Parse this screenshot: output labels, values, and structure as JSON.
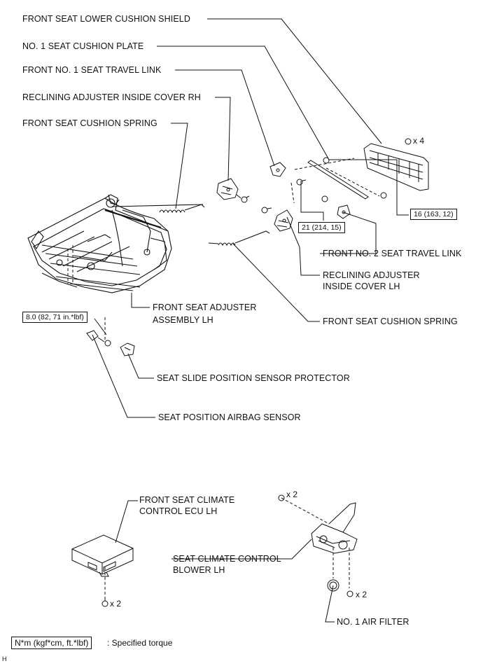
{
  "labels": [
    "FRONT SEAT LOWER CUSHION SHIELD",
    "NO. 1 SEAT CUSHION PLATE",
    "FRONT NO. 1 SEAT TRAVEL LINK",
    "RECLINING ADJUSTER INSIDE COVER RH",
    "FRONT SEAT CUSHION SPRING",
    "FRONT NO. 2 SEAT TRAVEL LINK",
    "RECLINING ADJUSTER",
    "INSIDE COVER LH",
    "FRONT SEAT ADJUSTER",
    "ASSEMBLY LH",
    "FRONT SEAT CUSHION SPRING",
    "SEAT SLIDE POSITION SENSOR PROTECTOR",
    "SEAT POSITION AIRBAG SENSOR",
    "FRONT SEAT CLIMATE",
    "CONTROL ECU LH",
    "SEAT CLIMATE CONTROL",
    "BLOWER LH",
    "NO. 1 AIR FILTER"
  ],
  "torques": [
    "16 (163, 12)",
    "21 (214, 15)",
    "8.0 (82, 71 in.*lbf)"
  ],
  "quantities": [
    "x 4",
    "x 2",
    "x 2",
    "x 2"
  ],
  "legend": {
    "unit": "N*m (kgf*cm, ft.*lbf)",
    "description": ": Specified torque"
  },
  "corner_mark": "H"
}
